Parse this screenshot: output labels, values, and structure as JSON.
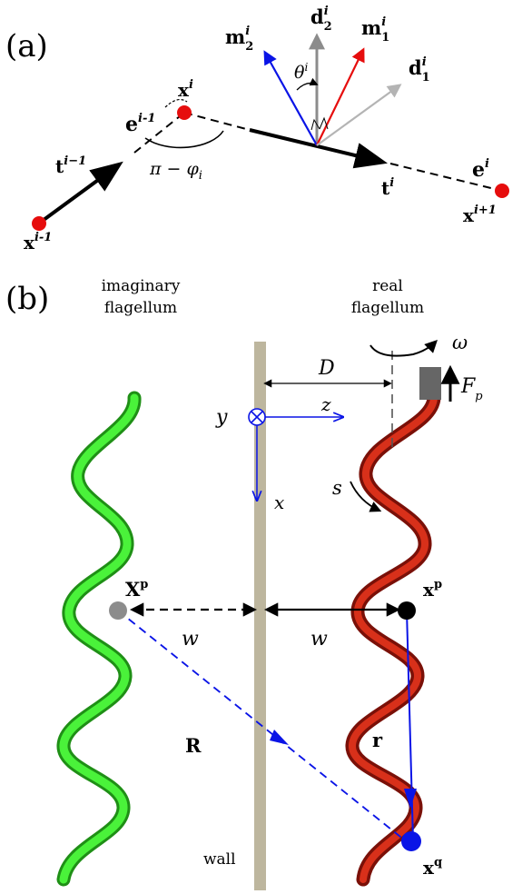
{
  "panel_a": {
    "label": "(a)",
    "x_prev": "x",
    "x_prev_sup": "i-1",
    "t_prev": "t",
    "t_prev_sup": "i−1",
    "e_prev": "e",
    "e_prev_sup": "i-1",
    "x_i": "x",
    "x_i_sup": "i",
    "angle": "π − φ",
    "angle_sub": "i",
    "m2": "m",
    "m2_sup": "i",
    "m2_sub": "2",
    "d2": "d",
    "d2_sup": "i",
    "d2_sub": "2",
    "m1": "m",
    "m1_sup": "i",
    "m1_sub": "1",
    "d1": "d",
    "d1_sup": "i",
    "d1_sub": "1",
    "theta": "θ",
    "theta_sup": "i",
    "t_i": "t",
    "t_i_sup": "i",
    "e_i": "e",
    "e_i_sup": "i",
    "x_next": "x",
    "x_next_sup": "i+1"
  },
  "panel_b": {
    "label": "(b)",
    "imaginary_line1": "imaginary",
    "imaginary_line2": "flagellum",
    "real_line1": "real",
    "real_line2": "flagellum",
    "omega": "ω",
    "D": "D",
    "Fp": "F",
    "Fp_sub": "p",
    "y": "y",
    "z": "z",
    "x": "x",
    "s": "s",
    "Xp": "X",
    "Xp_sup": "p",
    "xp": "x",
    "xp_sup": "p",
    "w_left": "w",
    "w_right": "w",
    "R": "R",
    "r": "r",
    "wall": "wall",
    "xq": "x",
    "xq_sup": "q"
  },
  "colors": {
    "blue": "#0a14e6",
    "red": "#e60d0d",
    "gray": "#8c8c8c",
    "lightgray": "#b4b4b4",
    "wall": "#bdb69e",
    "green": "#3bea2a",
    "darkred": "#a8180c"
  }
}
